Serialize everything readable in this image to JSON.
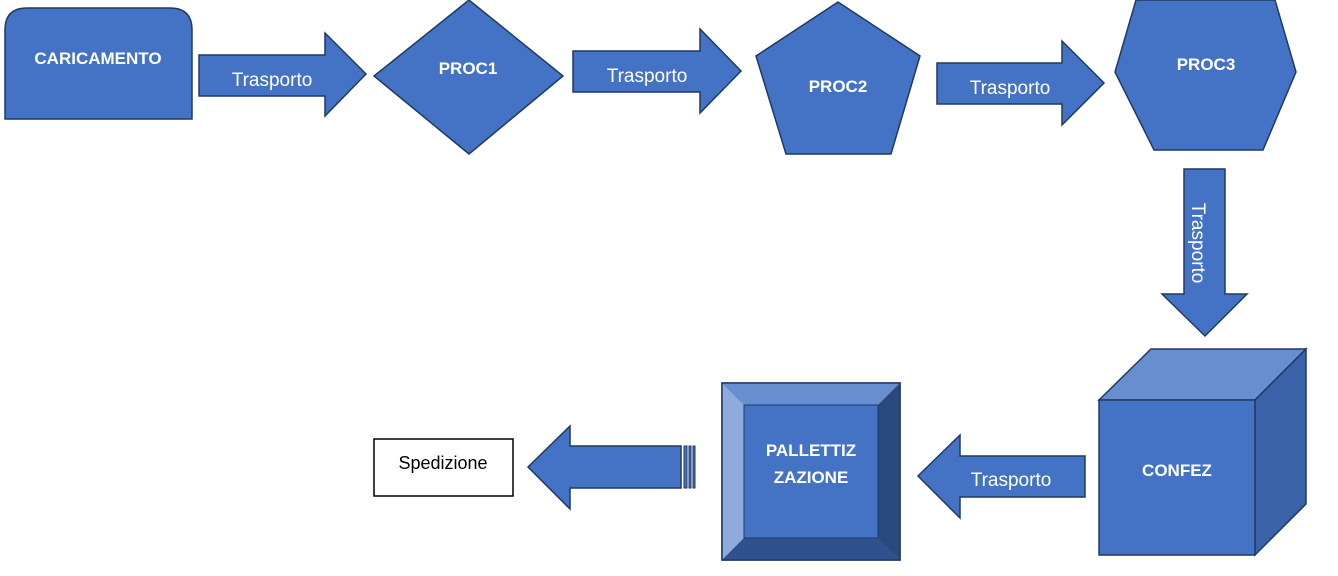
{
  "colors": {
    "fill": "#4472C4",
    "stroke": "#1F3A62",
    "cube_top": "#698ED0",
    "cube_side": "#3A62A8",
    "bevel_light": "#8FAADC",
    "bevel_dark": "#2F528F",
    "text_on_shape": "#FFFFFF"
  },
  "nodes": {
    "caricamento": "CARICAMENTO",
    "proc1": "PROC1",
    "proc2": "PROC2",
    "proc3": "PROC3",
    "confez": "CONFEZ",
    "pallettizzazione_line1": "PALLETTIZ",
    "pallettizzazione_line2": "ZAZIONE",
    "spedizione": "Spedizione"
  },
  "arrows": {
    "a1": "Trasporto",
    "a2": "Trasporto",
    "a3": "Trasporto",
    "a4": "Trasporto",
    "a5": "Trasporto"
  }
}
